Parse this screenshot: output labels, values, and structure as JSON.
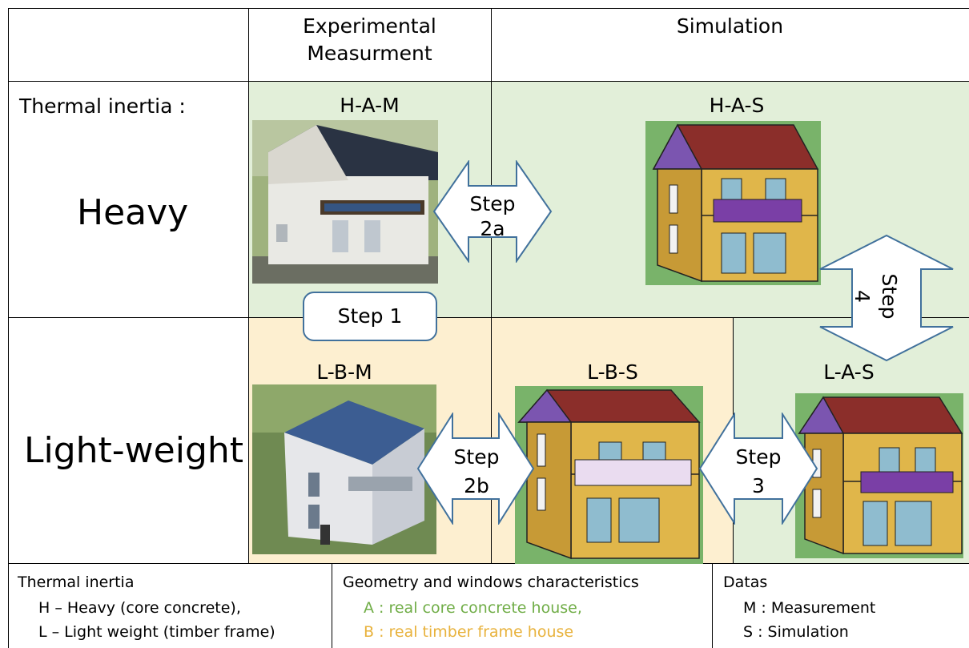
{
  "header": {
    "experimental": "Experimental\nMeasurment",
    "simulation": "Simulation"
  },
  "rows": {
    "thermal_inertia_label": "Thermal inertia :",
    "heavy": "Heavy",
    "light": "Light-weight"
  },
  "cells": {
    "ham": "H-A-M",
    "has": "H-A-S",
    "lbm": "L-B-M",
    "lbs": "L-B-S",
    "las": "L-A-S"
  },
  "steps": {
    "step1": "Step 1",
    "step2a_a": "Step",
    "step2a_b": "2a",
    "step2b_a": "Step",
    "step2b_b": "2b",
    "step3_a": "Step",
    "step3_b": "3",
    "step4_a": "Step",
    "step4_b": "4"
  },
  "legend": {
    "col1_title": "Thermal inertia",
    "col1_line1": "H – Heavy (core concrete),",
    "col1_line2": "L – Light weight (timber frame)",
    "col2_title": "Geometry and windows characteristics",
    "col2_line1": "A : real core concrete house,",
    "col2_line2": "B : real timber frame house",
    "col3_title": "Datas",
    "col3_line1": "M : Measurement",
    "col3_line2": "S  : Simulation"
  },
  "colors": {
    "green_bg": "#e2efd9",
    "orange_bg": "#fdefd0",
    "legend_green": "#70ad47",
    "legend_orange": "#e8b23c",
    "arrow_border": "#41719c"
  }
}
